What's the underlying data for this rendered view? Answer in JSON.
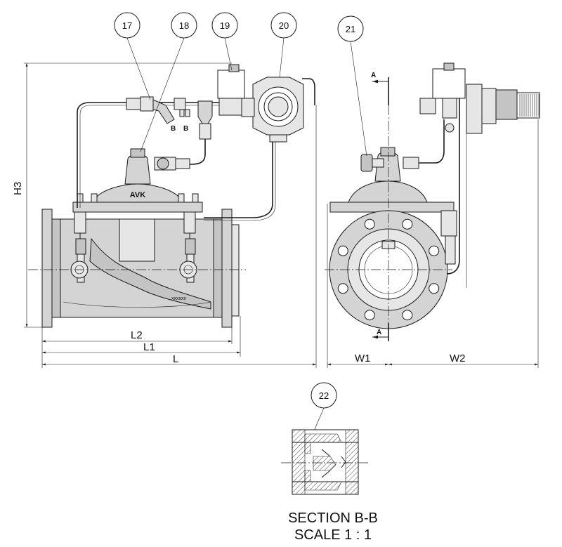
{
  "callouts": [
    {
      "id": "callout-17",
      "label": "17"
    },
    {
      "id": "callout-18",
      "label": "18"
    },
    {
      "id": "callout-19",
      "label": "19"
    },
    {
      "id": "callout-20",
      "label": "20"
    },
    {
      "id": "callout-21",
      "label": "21"
    },
    {
      "id": "callout-22",
      "label": "22"
    }
  ],
  "dimensions": {
    "h3": "H3",
    "l2": "L2",
    "l1": "L1",
    "l": "L",
    "w1": "W1",
    "w2": "W2"
  },
  "section_marks": {
    "b_left": "B",
    "b_right": "B",
    "a_top": "A",
    "a_bottom": "A"
  },
  "body_marking": "xxxxxx",
  "section_view": {
    "title": "SECTION B-B",
    "scale": "SCALE 1 : 1"
  }
}
